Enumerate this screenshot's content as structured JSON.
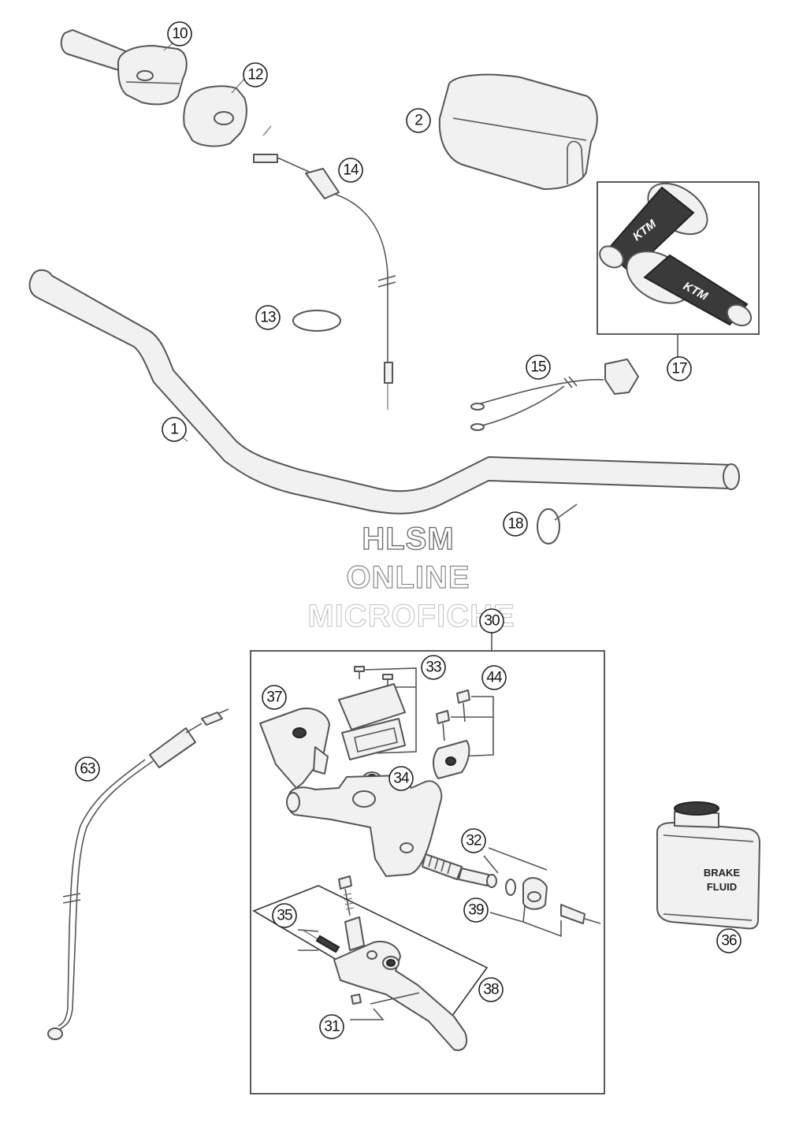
{
  "callouts": [
    {
      "label": "10"
    },
    {
      "label": "12"
    },
    {
      "label": "2"
    },
    {
      "label": "14"
    },
    {
      "label": "13"
    },
    {
      "label": "17"
    },
    {
      "label": "15"
    },
    {
      "label": "1"
    },
    {
      "label": "18"
    },
    {
      "label": "30"
    },
    {
      "label": "33"
    },
    {
      "label": "37"
    },
    {
      "label": "44"
    },
    {
      "label": "34"
    },
    {
      "label": "63"
    },
    {
      "label": "32"
    },
    {
      "label": "39"
    },
    {
      "label": "36"
    },
    {
      "label": "35"
    },
    {
      "label": "38"
    },
    {
      "label": "31"
    }
  ],
  "watermark": {
    "line1": "HLSM",
    "line2": "ONLINE",
    "line3": "MICROFICHE"
  },
  "brake_fluid_can": {
    "label_line1": "BRAKE",
    "label_line2": "FLUID"
  },
  "grip_logo": "KTM"
}
